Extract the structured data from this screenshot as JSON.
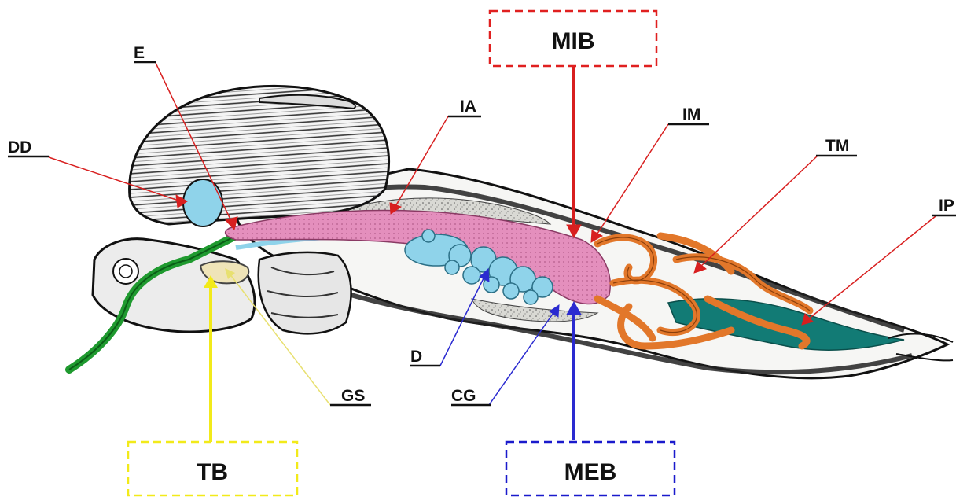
{
  "labels": {
    "dd": "DD",
    "e": "E",
    "ia": "IA",
    "im": "IM",
    "tm": "TM",
    "ip": "IP",
    "d": "D",
    "cg": "CG",
    "gs": "GS"
  },
  "boxes": {
    "mib": "MIB",
    "meb": "MEB",
    "tb": "TB"
  },
  "colors": {
    "mib": "#e02020",
    "meb": "#1a1acc",
    "tb": "#f2ea1a",
    "red_leader": "#d81f1f",
    "blue_leader": "#2a2ad0",
    "yellow_leader": "#e8e070",
    "muscle_blue": "#8fd3ea",
    "gland_pink": "#e48fbd",
    "tubule_orange": "#e2772a",
    "ileum_teal": "#127b75",
    "esophagus_green": "#1f9a2f"
  }
}
